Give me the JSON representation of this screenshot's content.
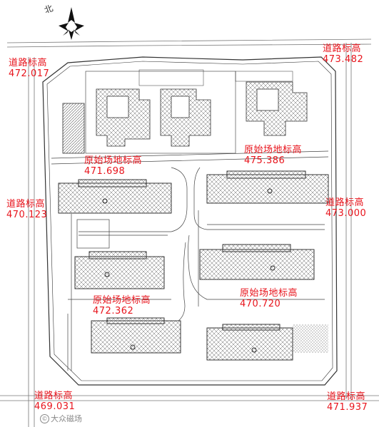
{
  "north_label": "北",
  "watermark": {
    "text": "大众磁场"
  },
  "colors": {
    "label": "#e8141c",
    "line": "#333333"
  },
  "road_labels": [
    {
      "id": "tl",
      "title": "道路标高",
      "value": "472.017"
    },
    {
      "id": "tr",
      "title": "道路标高",
      "value": "473.482"
    },
    {
      "id": "ml",
      "title": "道路标高",
      "value": "470.123"
    },
    {
      "id": "mr",
      "title": "道路标高",
      "value": "473.000"
    },
    {
      "id": "bl",
      "title": "道路标高",
      "value": "469.031"
    },
    {
      "id": "br",
      "title": "道路标高",
      "value": "471.937"
    }
  ],
  "site_labels": [
    {
      "id": "s1",
      "title": "原始场地标高",
      "value": "471.698"
    },
    {
      "id": "s2",
      "title": "原始场地标高",
      "value": "475.386"
    },
    {
      "id": "s3",
      "title": "原始场地标高",
      "value": "472.362"
    },
    {
      "id": "s4",
      "title": "原始场地标高",
      "value": "470.720"
    }
  ]
}
